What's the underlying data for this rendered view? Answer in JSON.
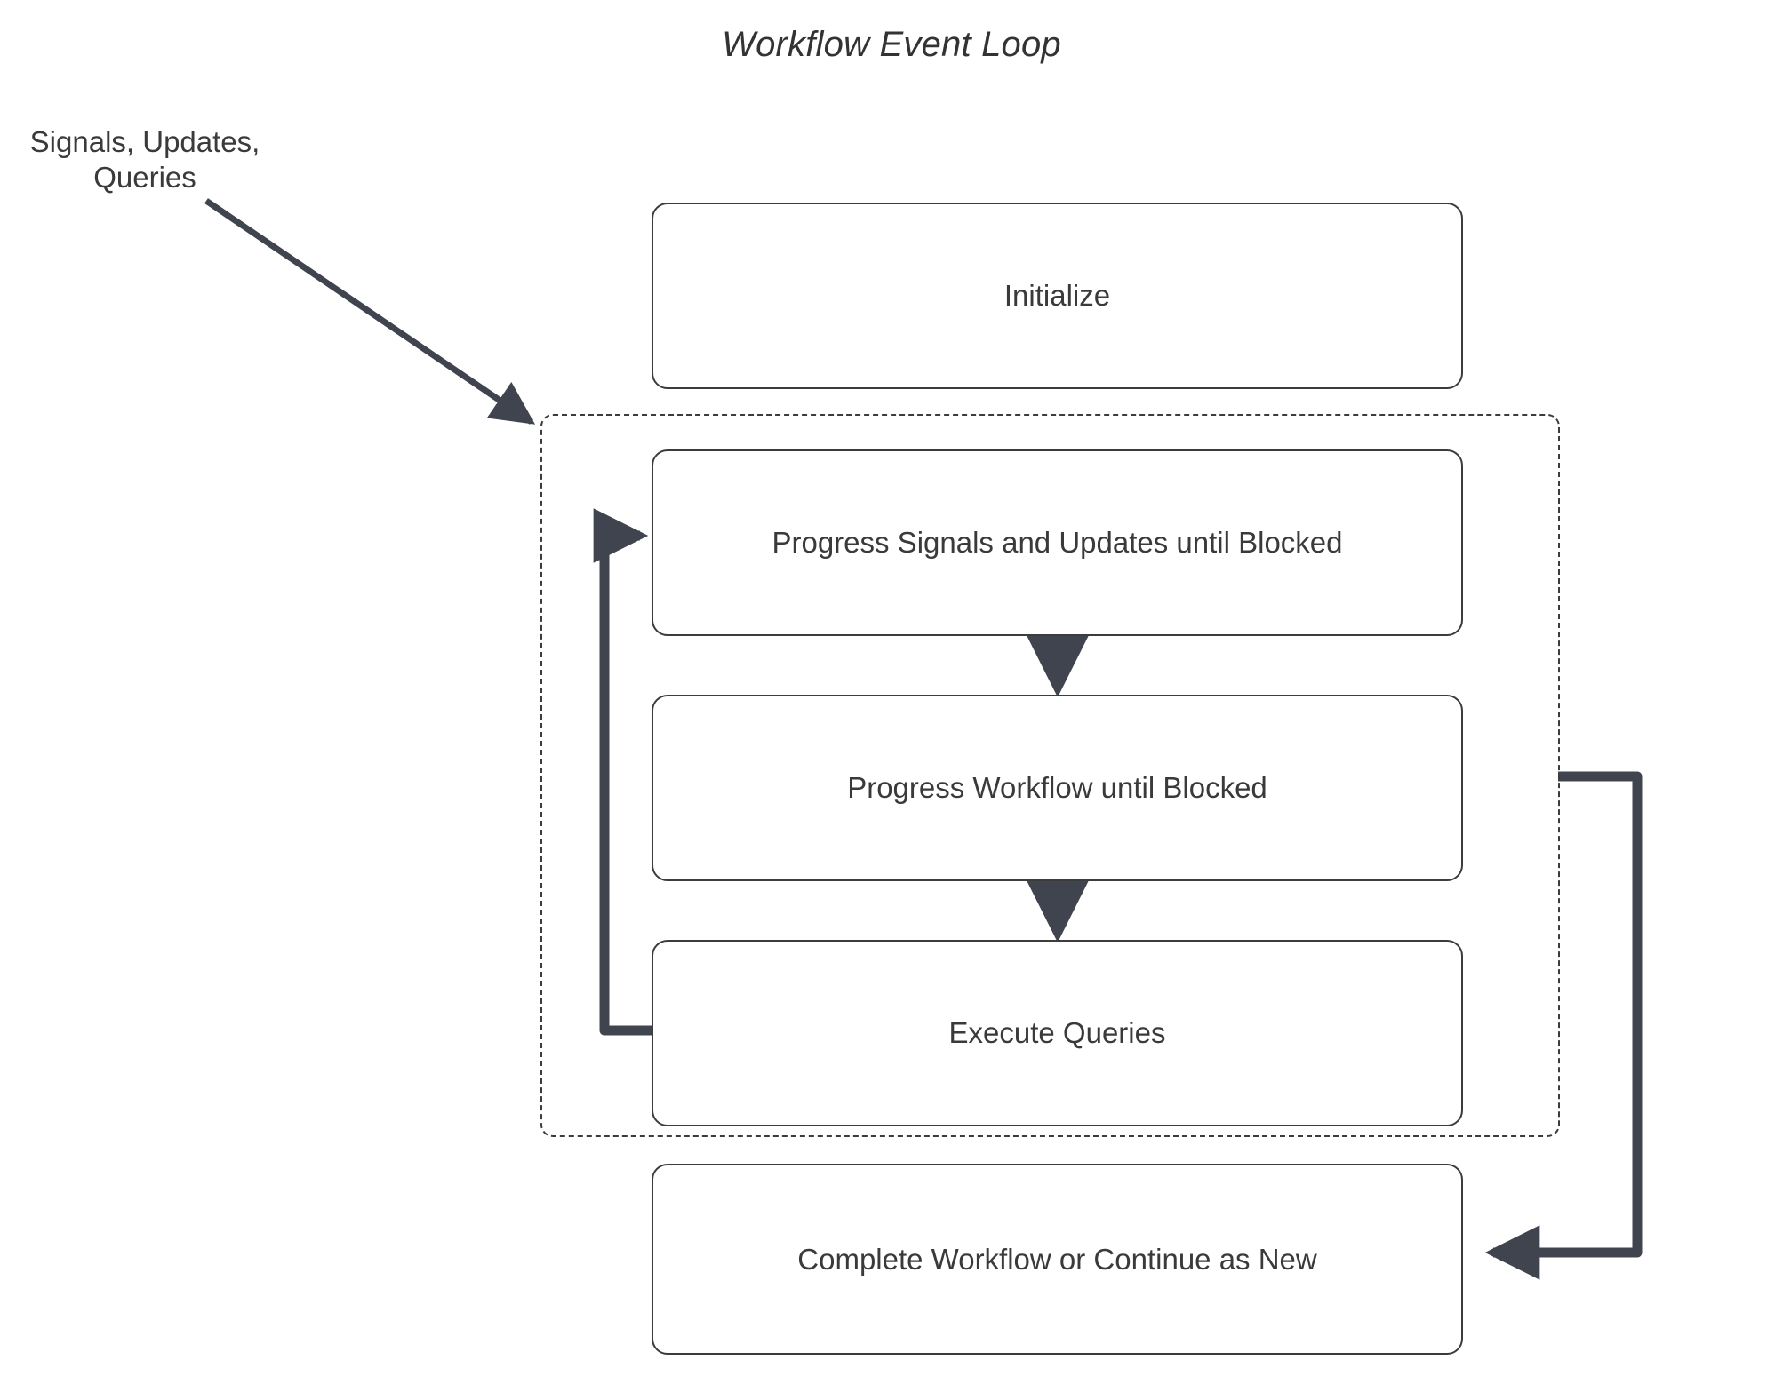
{
  "diagram": {
    "title": "Workflow Event Loop",
    "external_input_label": "Signals, Updates,\nQueries",
    "colors": {
      "background": "#ffffff",
      "node_border": "#3c3c3c",
      "node_fill": "#ffffff",
      "text": "#3a3a3a",
      "connector": "#3f444e",
      "loop_container_border": "#3c3c3c"
    },
    "nodes": [
      {
        "id": "initialize",
        "label": "Initialize"
      },
      {
        "id": "progress-signals",
        "label": "Progress Signals and Updates until Blocked"
      },
      {
        "id": "progress-workflow",
        "label": "Progress Workflow until Blocked"
      },
      {
        "id": "execute-queries",
        "label": "Execute Queries"
      },
      {
        "id": "complete-workflow",
        "label": "Complete Workflow or Continue as New"
      }
    ],
    "loop_container": {
      "label": "",
      "style": "dashed"
    },
    "connectors": [
      {
        "from": "external-input",
        "to": "loop-container",
        "style": "diagonal-arrow"
      },
      {
        "from": "progress-signals",
        "to": "progress-workflow",
        "style": "down-arrow"
      },
      {
        "from": "progress-workflow",
        "to": "execute-queries",
        "style": "down-arrow"
      },
      {
        "from": "execute-queries",
        "to": "progress-signals",
        "style": "left-loop-back-arrow"
      },
      {
        "from": "loop-container",
        "to": "complete-workflow",
        "style": "right-exit-arrow"
      }
    ]
  }
}
